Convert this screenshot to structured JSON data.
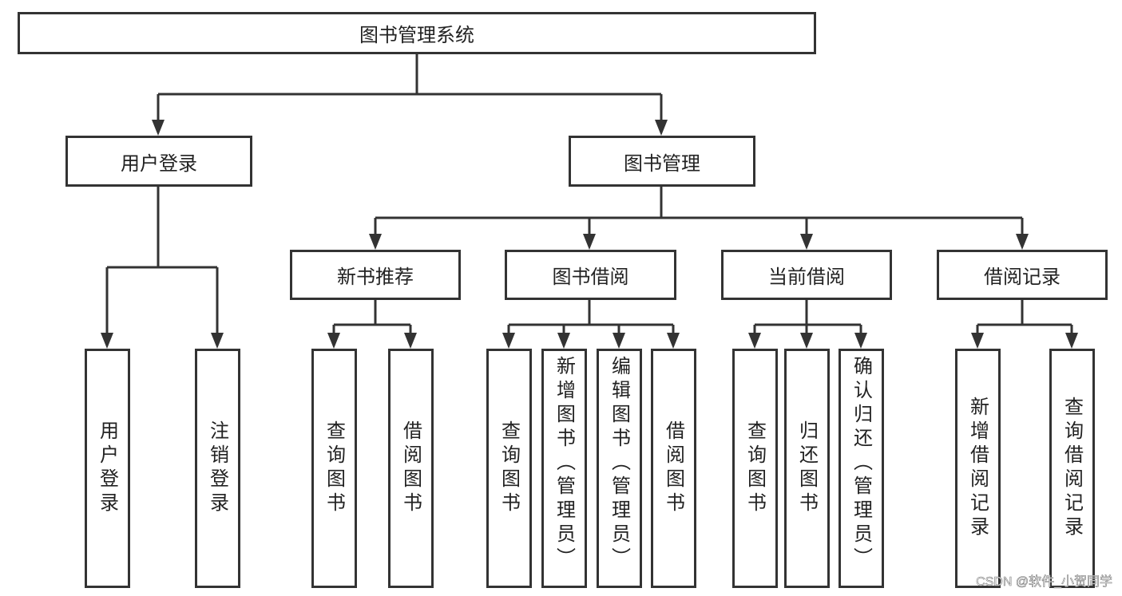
{
  "diagram": {
    "root": {
      "label": "图书管理系统"
    },
    "modules": [
      {
        "label": "用户登录",
        "children": [
          {
            "label": "用户登录"
          },
          {
            "label": "注销登录"
          }
        ]
      },
      {
        "label": "图书管理",
        "children": [
          {
            "label": "新书推荐",
            "children": [
              {
                "label": "查询图书"
              },
              {
                "label": "借阅图书"
              }
            ]
          },
          {
            "label": "图书借阅",
            "children": [
              {
                "label": "查询图书"
              },
              {
                "label": "新增图书（管理员）"
              },
              {
                "label": "编辑图书（管理员）"
              },
              {
                "label": "借阅图书"
              }
            ]
          },
          {
            "label": "当前借阅",
            "children": [
              {
                "label": "查询图书"
              },
              {
                "label": "归还图书"
              },
              {
                "label": "确认归还（管理员）"
              }
            ]
          },
          {
            "label": "借阅记录",
            "children": [
              {
                "label": "新增借阅记录"
              },
              {
                "label": "查询借阅记录"
              }
            ]
          }
        ]
      }
    ]
  },
  "watermark": "CSDN @软件_小贺同学",
  "colors": {
    "stroke": "#333333",
    "text": "#222222",
    "background": "#ffffff"
  }
}
